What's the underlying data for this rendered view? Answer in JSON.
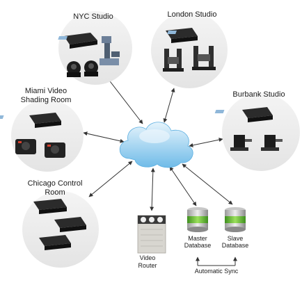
{
  "locations": {
    "nyc": {
      "label": "NYC Studio"
    },
    "london": {
      "label": "London Studio"
    },
    "burbank": {
      "label": "Burbank Studio"
    },
    "miami": {
      "label_line1": "Miami Video",
      "label_line2": "Shading Room"
    },
    "chicago": {
      "label_line1": "Chicago Control",
      "label_line2": "Room"
    }
  },
  "devices": {
    "video_router": {
      "label_line1": "Video",
      "label_line2": "Router"
    },
    "master_db": {
      "label_line1": "Master",
      "label_line2": "Database"
    },
    "slave_db": {
      "label_line1": "Slave",
      "label_line2": "Database"
    }
  },
  "sync": {
    "label": "Automatic Sync"
  },
  "colors": {
    "circle_fill": "#ebebeb",
    "cloud_light": "#cfe8f8",
    "cloud_dark": "#7cc3ec",
    "panel_dark": "#2b2b2b",
    "db_green": "#6cbf3a"
  },
  "icons": {
    "cloud": "cloud-icon",
    "router": "router-icon",
    "database": "database-icon",
    "control_panel": "control-panel-icon",
    "ptz_camera": "ptz-camera-icon",
    "robotic_camera": "robotic-camera-icon"
  }
}
